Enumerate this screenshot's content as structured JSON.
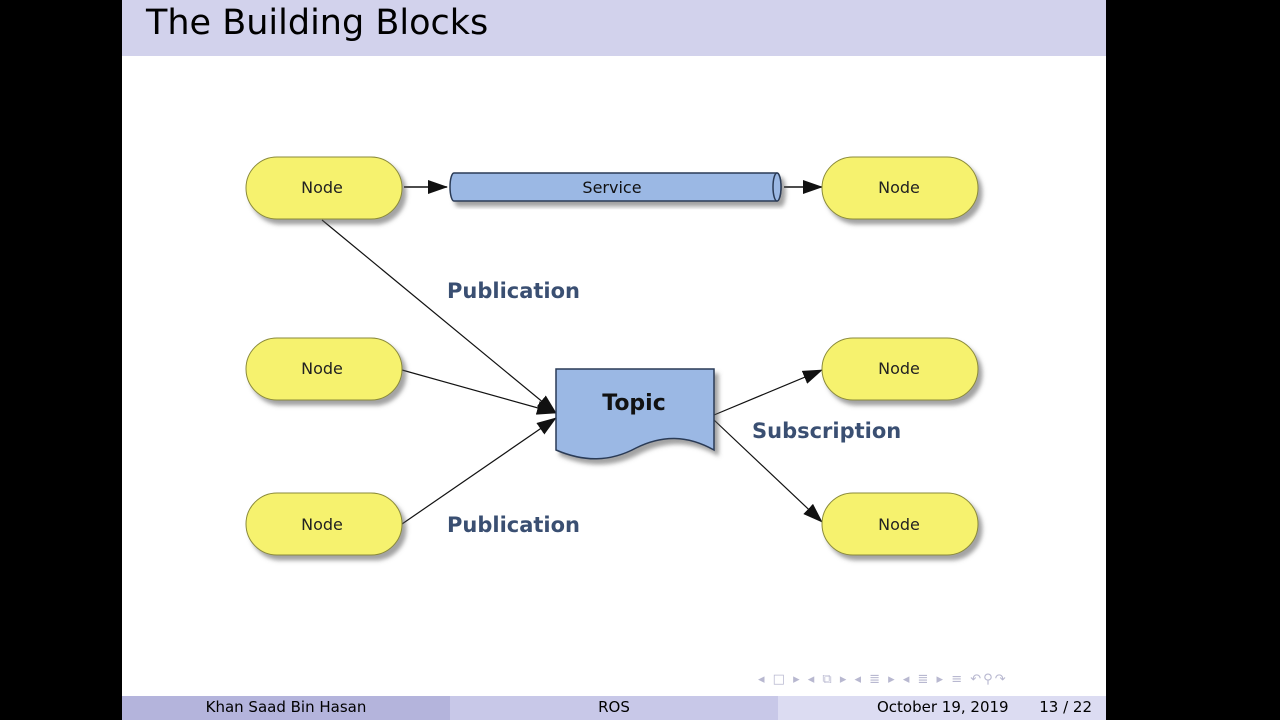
{
  "slide": {
    "title": "The Building Blocks"
  },
  "diagram": {
    "node_label": "Node",
    "service_label": "Service",
    "topic_label": "Topic",
    "publication_label": "Publication",
    "subscription_label": "Subscription"
  },
  "footer": {
    "author": "Khan Saad Bin Hasan",
    "short_title": "ROS",
    "date": "October 19, 2019",
    "page": "13 / 22"
  },
  "nav": {
    "icons": [
      "frame-nav-icon",
      "subsection-nav-icon",
      "section-nav-icon",
      "slide-nav-icon",
      "search-icon",
      "back-icon",
      "forward-icon"
    ]
  },
  "colors": {
    "node_fill": "#f6f26e",
    "service_fill": "#9bb8e4",
    "topic_fill": "#9bb8e4",
    "label_color": "#3a4f72",
    "title_bar": "#d2d2ec"
  }
}
